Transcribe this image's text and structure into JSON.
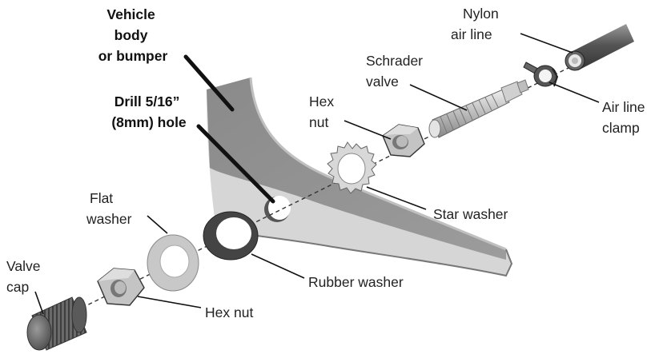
{
  "labels": {
    "vehicle_body": [
      "Vehicle",
      "body",
      "or bumper"
    ],
    "drill_hole": [
      "Drill 5/16”",
      "(8mm) hole"
    ],
    "nylon_air_line": [
      "Nylon",
      "air line"
    ],
    "schrader_valve": [
      "Schrader",
      "valve"
    ],
    "hex_nut_top": [
      "Hex",
      "nut"
    ],
    "air_line_clamp": [
      "Air line",
      "clamp"
    ],
    "star_washer": "Star washer",
    "flat_washer": [
      "Flat",
      "washer"
    ],
    "rubber_washer": "Rubber washer",
    "valve_cap": [
      "Valve",
      "cap"
    ],
    "hex_nut_bottom": "Hex nut"
  }
}
